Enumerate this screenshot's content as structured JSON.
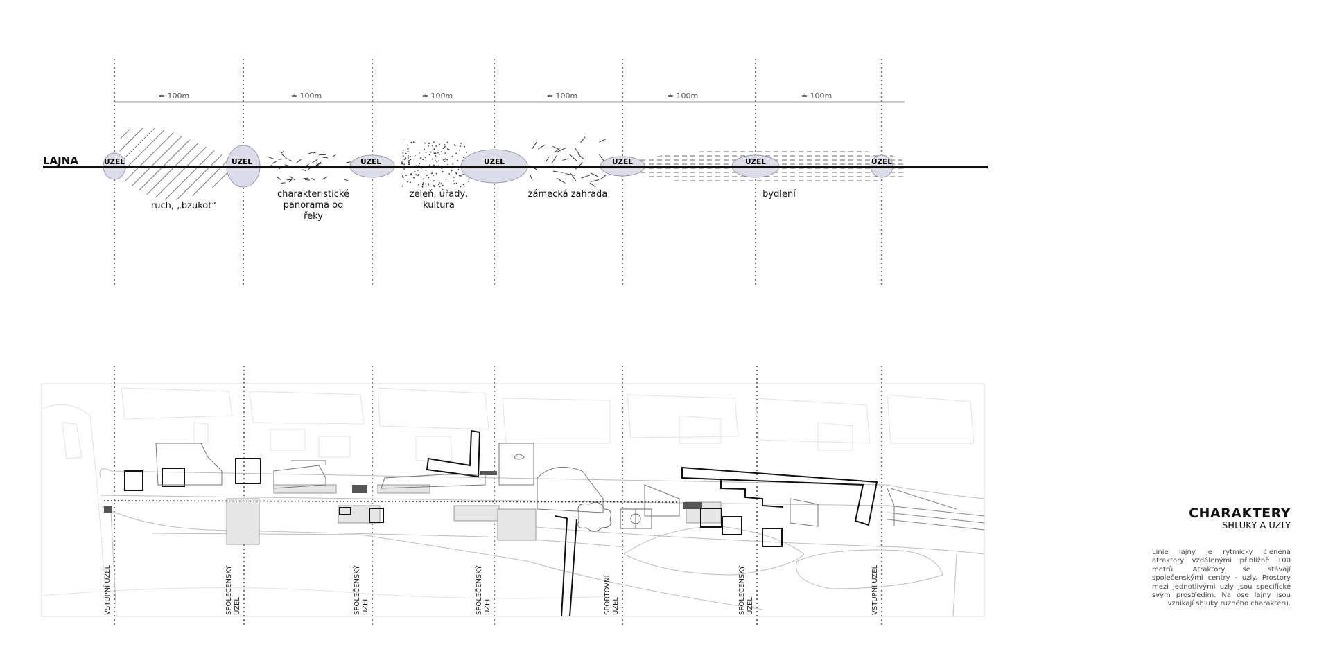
{
  "diagram": {
    "axis_label": "LAJNA",
    "node_label": "UZEL",
    "nodes": [
      "UZEL",
      "UZEL",
      "UZEL",
      "UZEL",
      "UZEL",
      "UZEL",
      "UZEL"
    ],
    "distances": [
      "≐ 100m",
      "≐ 100m",
      "≐ 100m",
      "≐ 100m",
      "≐ 100m",
      "≐ 100m"
    ],
    "segments": [
      {
        "lines": [
          "ruch, „bzukot“"
        ]
      },
      {
        "lines": [
          "charakteristické",
          "panorama od",
          "řeky"
        ]
      },
      {
        "lines": [
          "zeleň, úřady,",
          "kultura"
        ]
      },
      {
        "lines": [
          "zámecká zahrada"
        ]
      },
      {
        "lines": [
          "bydlení"
        ]
      }
    ],
    "node_types": [
      [
        "VSTUPNÍ UZEL"
      ],
      [
        "SPOLEČENSKÝ",
        "UZEL"
      ],
      [
        "SPOLEČENSKÝ",
        "UZEL"
      ],
      [
        "SPOLEČENSKÝ",
        "UZEL"
      ],
      [
        "SPORTOVNÍ",
        "UZEL"
      ],
      [
        "SPOLEČENSKÝ",
        "UZEL"
      ],
      [
        "VSTUPNÍ UZEL"
      ]
    ]
  },
  "title": {
    "main": "CHARAKTERY",
    "sub": "SHLUKY A UZLY",
    "description": "Linie lajny je rytmicky členěná atraktory vzdálenými přibližně 100 metrů. Atraktory se stávají společenskými centry - uzly. Prostory mezi jednotlivými uzly jsou specifické svým prostředím. Na ose lajny jsou vznikají shluky ruzného charakteru."
  },
  "colors": {
    "line": "#111111",
    "node_fill": "#dcdce8",
    "node_stroke": "#9a9ab0",
    "map_line": "#c8c8c8",
    "building": "#111111"
  }
}
